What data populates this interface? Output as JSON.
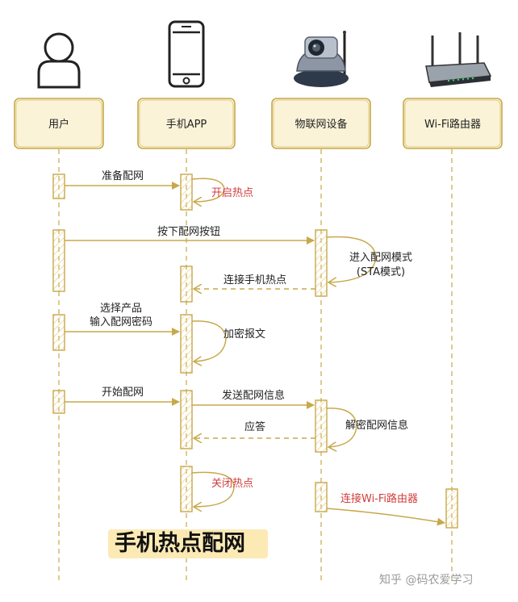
{
  "participants": [
    {
      "id": "user",
      "label": "用户",
      "icon": "person-icon"
    },
    {
      "id": "app",
      "label": "手机APP",
      "icon": "phone-icon"
    },
    {
      "id": "device",
      "label": "物联网设备",
      "icon": "camera-icon"
    },
    {
      "id": "router",
      "label": "Wi-Fi路由器",
      "icon": "router-icon"
    }
  ],
  "messages": [
    {
      "id": "m1",
      "text": "准备配网"
    },
    {
      "id": "m2",
      "text": "开启热点"
    },
    {
      "id": "m3",
      "text": "按下配网按钮"
    },
    {
      "id": "m4a",
      "text": "进入配网模式"
    },
    {
      "id": "m4b",
      "text": "(STA模式)"
    },
    {
      "id": "m5",
      "text": "连接手机热点"
    },
    {
      "id": "m6a",
      "text": "选择产品"
    },
    {
      "id": "m6b",
      "text": "输入配网密码"
    },
    {
      "id": "m7",
      "text": "加密报文"
    },
    {
      "id": "m8",
      "text": "开始配网"
    },
    {
      "id": "m9",
      "text": "发送配网信息"
    },
    {
      "id": "m10",
      "text": "应答"
    },
    {
      "id": "m11",
      "text": "解密配网信息"
    },
    {
      "id": "m12",
      "text": "关闭热点"
    },
    {
      "id": "m13",
      "text": "连接Wi-Fi路由器"
    }
  ],
  "title": "手机热点配网",
  "watermark": "知乎 @码农爱学习",
  "colors": {
    "line": "#c8a84a",
    "box_fill": "#fbf3d8",
    "red_text": "#d23c3c",
    "title_bg": "#fbe6a8"
  }
}
